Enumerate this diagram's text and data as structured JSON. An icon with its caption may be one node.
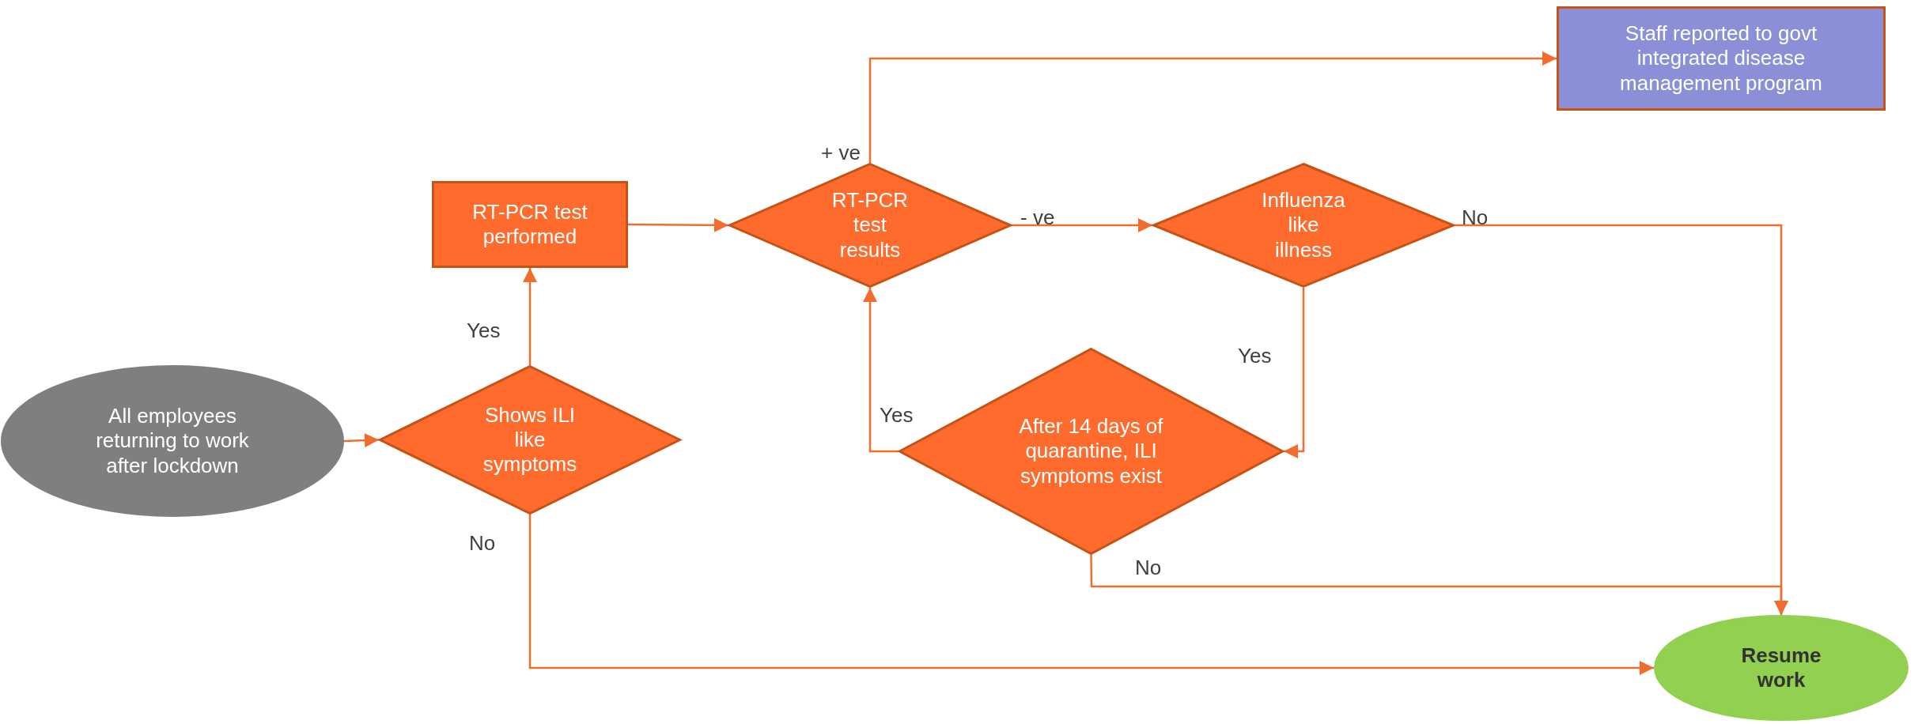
{
  "diagram": {
    "nodes": [
      {
        "text": [
          "All employees returning to work after lockdown"
        ]
      },
      {
        "text": [
          "Shows ILI like symptoms"
        ]
      },
      {
        "text": [
          "RT-PCR test performed"
        ]
      },
      {
        "text": [
          "RT-PCR test results"
        ]
      },
      {
        "text": [
          "Influenza like illness"
        ]
      },
      {
        "text": [
          "After 14 days of quarantine, ILI symptoms exist"
        ]
      },
      {
        "text": [
          "Staff reported to govt integrated disease management program"
        ]
      },
      {
        "text": [
          "Resume work"
        ]
      }
    ],
    "edges": [
      {
        "from": 0,
        "to": 1,
        "arrow": "to"
      },
      {
        "from": 1,
        "to": 2,
        "arrow": "to",
        "label": "Yes"
      },
      {
        "from": 1,
        "to": 7,
        "arrow": "to",
        "label": "No"
      },
      {
        "from": 2,
        "to": 3,
        "arrow": "to"
      },
      {
        "from": 3,
        "to": 6,
        "arrow": "to",
        "label": "+ ve"
      },
      {
        "from": 3,
        "to": 4,
        "arrow": "to",
        "label": "- ve"
      },
      {
        "from": 4,
        "to": 7,
        "arrow": "to",
        "label": "No"
      },
      {
        "from": 4,
        "to": 5,
        "arrow": "to",
        "label": "Yes"
      },
      {
        "from": 5,
        "to": 3,
        "arrow": "to",
        "label": "Yes"
      },
      {
        "from": 5,
        "to": 7,
        "arrow": "to",
        "label": "No"
      }
    ]
  }
}
